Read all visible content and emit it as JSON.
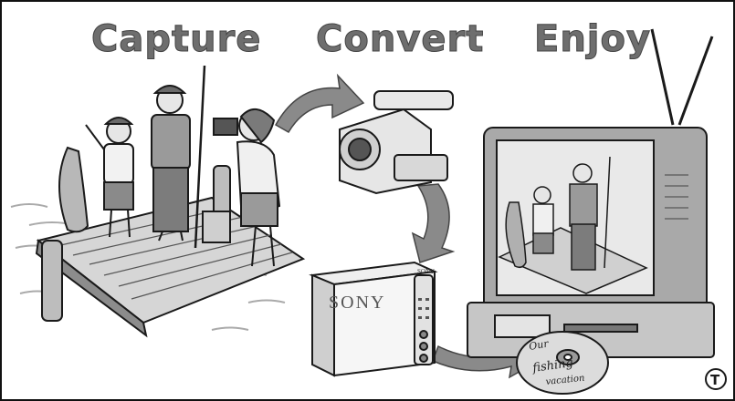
{
  "headings": {
    "capture": "Capture",
    "convert": "Convert",
    "enjoy": "Enjoy"
  },
  "device": {
    "brand_front": "SONY",
    "brand_top": "SONY"
  },
  "disc": {
    "line1": "Our",
    "line2": "fishing",
    "line3": "vacation"
  },
  "logo": {
    "mark": "T"
  },
  "colors": {
    "arrow": "#8a8a8a",
    "ink": "#1a1a1a",
    "heading": "#6e6e6e"
  }
}
